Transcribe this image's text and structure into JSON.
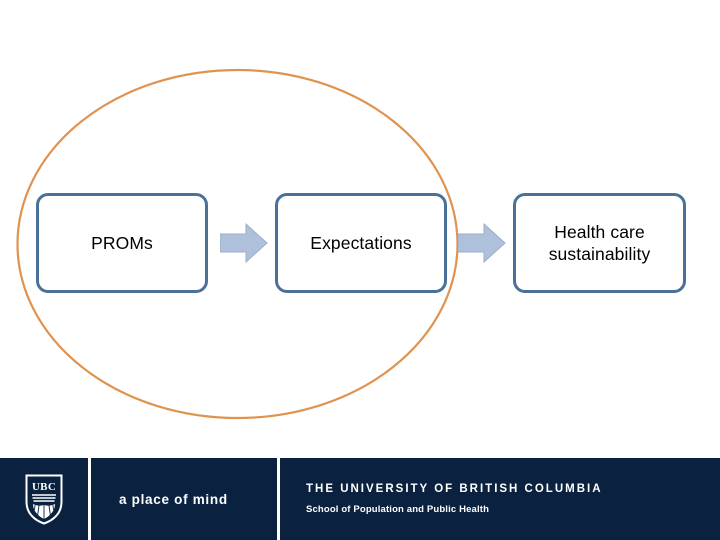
{
  "slide": {
    "background_color": "#FFFFFF",
    "diagram": {
      "grouping_shape": {
        "name": "orange-ellipse",
        "type": "ellipse",
        "stroke_color": "#E0934F",
        "fill": "none"
      },
      "box_border_color": "#4A7298",
      "arrow_color": "#AFC1DA",
      "arrow_outline_color": "#9AAECB",
      "steps": [
        {
          "id": "proms",
          "label": "PROMs"
        },
        {
          "id": "expectations",
          "label": "Expectations"
        },
        {
          "id": "sustainability",
          "label": "Health care\nsustainability",
          "line1": "Health care",
          "line2": "sustainability"
        }
      ],
      "connectors": [
        {
          "id": "arrow-1",
          "icon": "right-block-arrow-icon"
        },
        {
          "id": "arrow-2",
          "icon": "right-block-arrow-icon"
        }
      ]
    }
  },
  "footer": {
    "background_color": "#0A2240",
    "logo": {
      "icon": "ubc-shield-logo-icon",
      "text": "UBC"
    },
    "tagline": "a place of mind",
    "university_name": "THE UNIVERSITY OF BRITISH COLUMBIA",
    "school_name": "School of Population and Public Health"
  }
}
